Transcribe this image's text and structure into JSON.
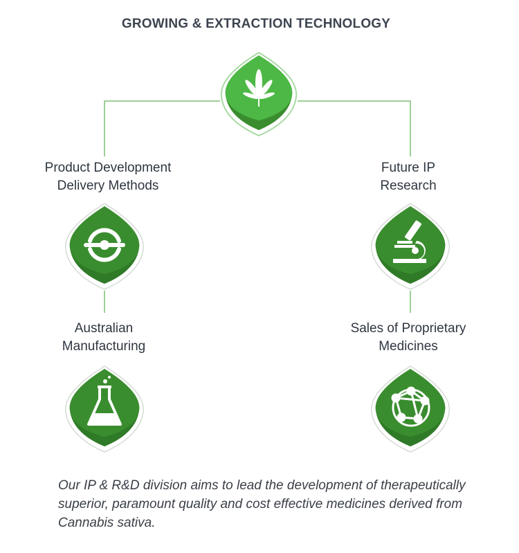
{
  "diagram": {
    "title": "GROWING & EXTRACTION TECHNOLOGY",
    "colors": {
      "leaf_light": "#4db845",
      "leaf_dark": "#3a8d2f",
      "leaf_outline": "#a9d9a4",
      "connector": "#7cc074",
      "text": "#2f3640"
    },
    "root": {
      "icon": "cannabis-leaf-icon"
    },
    "nodes": [
      {
        "line1": "Product Development",
        "line2": "Delivery Methods",
        "icon": "delivery-icon"
      },
      {
        "line1": "Future IP",
        "line2": "Research",
        "icon": "microscope-icon"
      },
      {
        "line1": "Australian",
        "line2": "Manufacturing",
        "icon": "flask-icon"
      },
      {
        "line1": "Sales of Proprietary",
        "line2": "Medicines",
        "icon": "globe-network-icon"
      }
    ],
    "caption": {
      "line1": "Our IP & R&D division aims to lead the development of therapeutically",
      "line2": "superior, paramount quality and cost effective medicines derived from",
      "line3": "Cannabis sativa."
    }
  }
}
